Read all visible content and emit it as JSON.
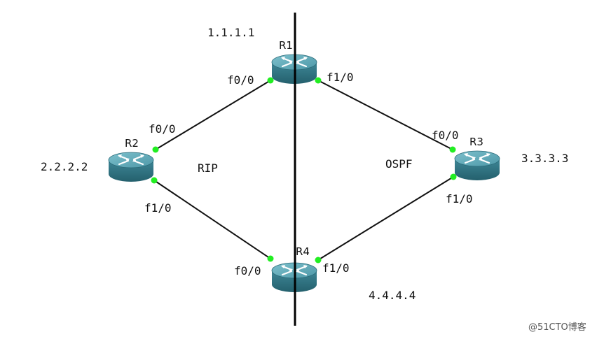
{
  "routers": {
    "r1": {
      "name": "R1",
      "ip": "1.1.1.1"
    },
    "r2": {
      "name": "R2",
      "ip": "2.2.2.2"
    },
    "r3": {
      "name": "R3",
      "ip": "3.3.3.3"
    },
    "r4": {
      "name": "R4",
      "ip": "4.4.4.4"
    }
  },
  "interfaces": {
    "r1_f00": "f0/0",
    "r1_f10": "f1/0",
    "r2_f00": "f0/0",
    "r2_f10": "f1/0",
    "r3_f00": "f0/0",
    "r3_f10": "f1/0",
    "r4_f00": "f0/0",
    "r4_f10": "f1/0"
  },
  "areas": {
    "left": "RIP",
    "right": "OSPF"
  },
  "watermark": "@51CTO博客",
  "colors": {
    "link": "#111111",
    "port": "#22ee22",
    "router_top": "#5fa5b3",
    "router_side": "#2f6f7e",
    "divider": "#000000"
  }
}
